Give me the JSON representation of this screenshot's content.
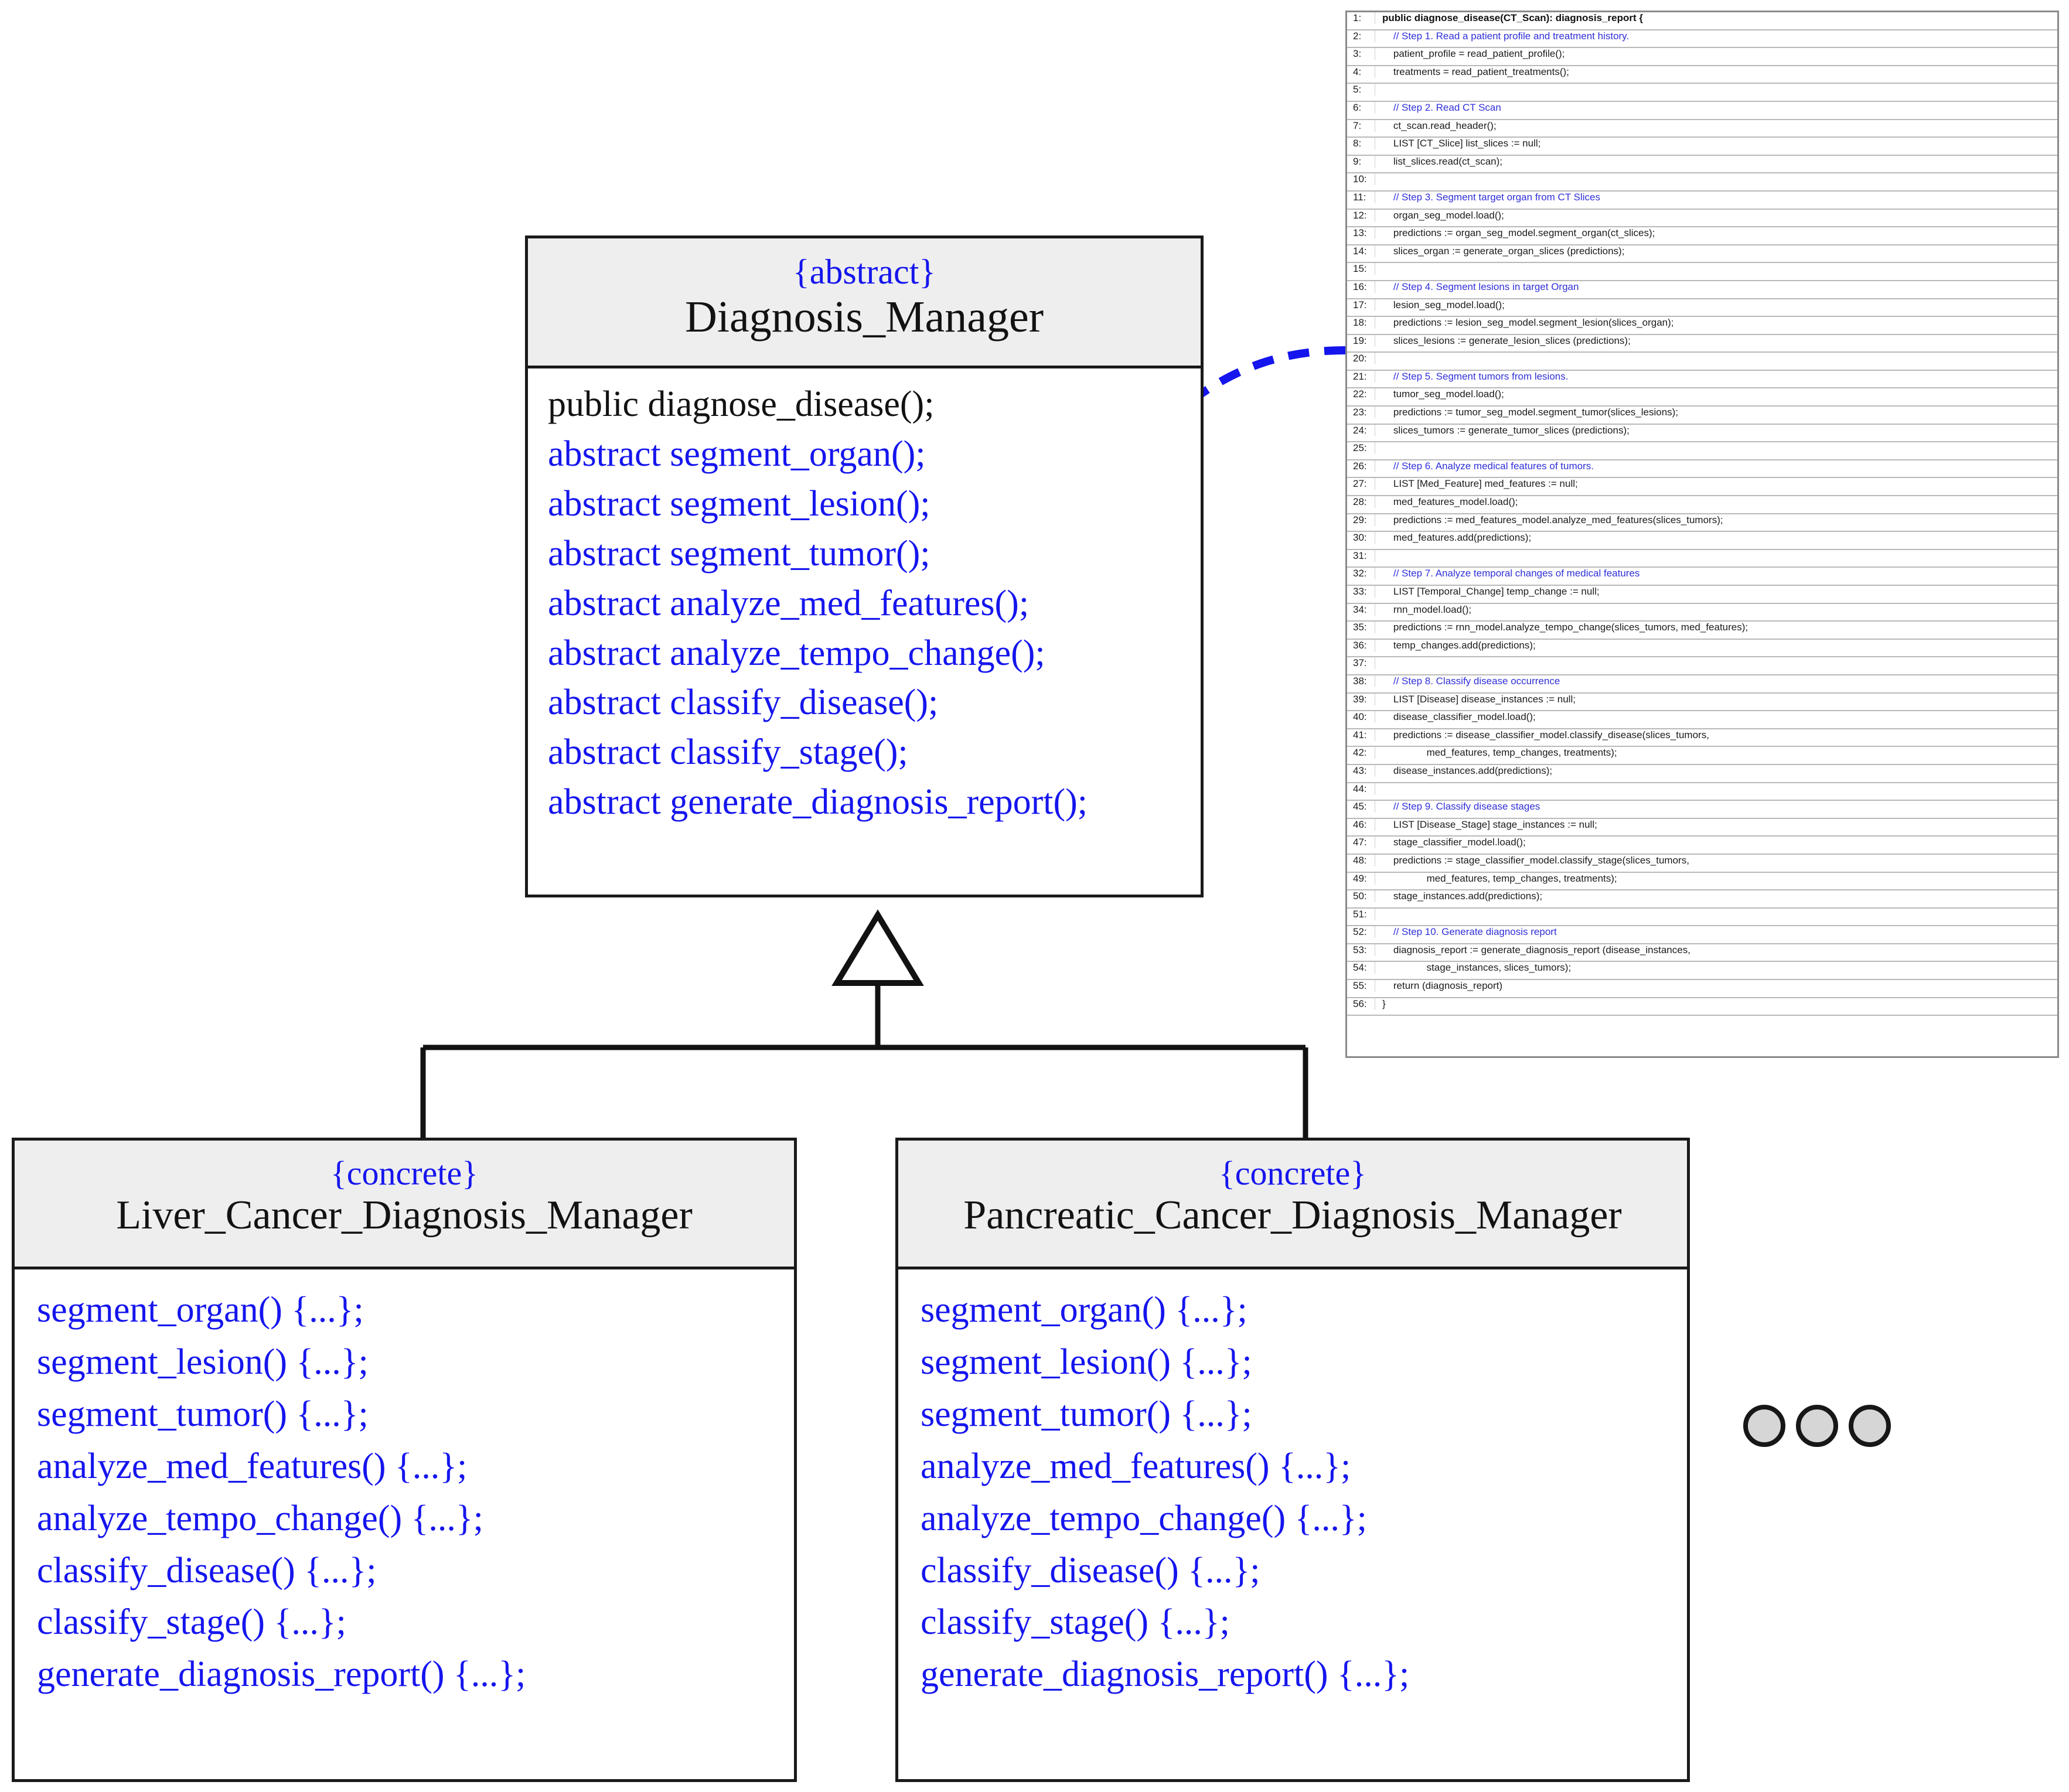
{
  "diagram": {
    "type": "uml-class-diagram",
    "title": "Diagnosis Manager class hierarchy"
  },
  "abstract_class": {
    "stereotype": "{abstract}",
    "name": "Diagnosis_Manager",
    "methods": [
      {
        "text": "public diagnose_disease();",
        "visibility": "public",
        "color": "#121212"
      },
      {
        "text": "abstract segment_organ();",
        "visibility": "abstract",
        "color": "#1515ee"
      },
      {
        "text": "abstract segment_lesion();",
        "visibility": "abstract",
        "color": "#1515ee"
      },
      {
        "text": "abstract segment_tumor();",
        "visibility": "abstract",
        "color": "#1515ee"
      },
      {
        "text": "abstract analyze_med_features();",
        "visibility": "abstract",
        "color": "#1515ee"
      },
      {
        "text": "abstract analyze_tempo_change();",
        "visibility": "abstract",
        "color": "#1515ee"
      },
      {
        "text": "abstract classify_disease();",
        "visibility": "abstract",
        "color": "#1515ee"
      },
      {
        "text": "abstract classify_stage();",
        "visibility": "abstract",
        "color": "#1515ee"
      },
      {
        "text": "abstract generate_diagnosis_report();",
        "visibility": "abstract",
        "color": "#1515ee"
      }
    ]
  },
  "concrete_classes": [
    {
      "stereotype": "{concrete}",
      "name": "Liver_Cancer_Diagnosis_Manager",
      "methods": [
        "segment_organ() {...};",
        "segment_lesion() {...};",
        "segment_tumor() {...};",
        "analyze_med_features() {...};",
        "analyze_tempo_change() {...};",
        "classify_disease() {...};",
        "classify_stage() {...};",
        "generate_diagnosis_report() {...};"
      ]
    },
    {
      "stereotype": "{concrete}",
      "name": "Pancreatic_Cancer_Diagnosis_Manager",
      "methods": [
        "segment_organ() {...};",
        "segment_lesion() {...};",
        "segment_tumor() {...};",
        "analyze_med_features() {...};",
        "analyze_tempo_change() {...};",
        "classify_disease() {...};",
        "classify_stage() {...};",
        "generate_diagnosis_report() {...};"
      ]
    }
  ],
  "more_indicator": {
    "name": "ellipsis-circles",
    "count": 3
  },
  "code_panel": {
    "lines": [
      {
        "n": "1:",
        "src": "public diagnose_disease(CT_Scan): diagnosis_report {",
        "kind": "header"
      },
      {
        "n": "2:",
        "src": "    // Step 1. Read a patient profile and treatment history.",
        "kind": "comment"
      },
      {
        "n": "3:",
        "src": "    patient_profile = read_patient_profile();",
        "kind": "code"
      },
      {
        "n": "4:",
        "src": "    treatments = read_patient_treatments();",
        "kind": "code"
      },
      {
        "n": "5:",
        "src": "",
        "kind": "code"
      },
      {
        "n": "6:",
        "src": "    // Step 2. Read CT Scan",
        "kind": "comment"
      },
      {
        "n": "7:",
        "src": "    ct_scan.read_header();",
        "kind": "code"
      },
      {
        "n": "8:",
        "src": "    LIST [CT_Slice] list_slices := null;",
        "kind": "code"
      },
      {
        "n": "9:",
        "src": "    list_slices.read(ct_scan);",
        "kind": "code"
      },
      {
        "n": "10:",
        "src": "",
        "kind": "code"
      },
      {
        "n": "11:",
        "src": "    // Step 3. Segment target organ from CT Slices",
        "kind": "comment"
      },
      {
        "n": "12:",
        "src": "    organ_seg_model.load();",
        "kind": "code"
      },
      {
        "n": "13:",
        "src": "    predictions := organ_seg_model.segment_organ(ct_slices);",
        "kind": "code"
      },
      {
        "n": "14:",
        "src": "    slices_organ := generate_organ_slices (predictions);",
        "kind": "code"
      },
      {
        "n": "15:",
        "src": "",
        "kind": "code"
      },
      {
        "n": "16:",
        "src": "    // Step 4. Segment lesions in target Organ",
        "kind": "comment"
      },
      {
        "n": "17:",
        "src": "    lesion_seg_model.load();",
        "kind": "code"
      },
      {
        "n": "18:",
        "src": "    predictions := lesion_seg_model.segment_lesion(slices_organ);",
        "kind": "code"
      },
      {
        "n": "19:",
        "src": "    slices_lesions := generate_lesion_slices (predictions);",
        "kind": "code"
      },
      {
        "n": "20:",
        "src": "",
        "kind": "code"
      },
      {
        "n": "21:",
        "src": "    // Step 5. Segment tumors from lesions.",
        "kind": "comment"
      },
      {
        "n": "22:",
        "src": "    tumor_seg_model.load();",
        "kind": "code"
      },
      {
        "n": "23:",
        "src": "    predictions := tumor_seg_model.segment_tumor(slices_lesions);",
        "kind": "code"
      },
      {
        "n": "24:",
        "src": "    slices_tumors := generate_tumor_slices (predictions);",
        "kind": "code"
      },
      {
        "n": "25:",
        "src": "",
        "kind": "code"
      },
      {
        "n": "26:",
        "src": "    // Step 6. Analyze medical features of tumors.",
        "kind": "comment"
      },
      {
        "n": "27:",
        "src": "    LIST [Med_Feature] med_features := null;",
        "kind": "code"
      },
      {
        "n": "28:",
        "src": "    med_features_model.load();",
        "kind": "code"
      },
      {
        "n": "29:",
        "src": "    predictions := med_features_model.analyze_med_features(slices_tumors);",
        "kind": "code"
      },
      {
        "n": "30:",
        "src": "    med_features.add(predictions);",
        "kind": "code"
      },
      {
        "n": "31:",
        "src": "",
        "kind": "code"
      },
      {
        "n": "32:",
        "src": "    // Step 7. Analyze temporal changes of medical features",
        "kind": "comment"
      },
      {
        "n": "33:",
        "src": "    LIST [Temporal_Change] temp_change := null;",
        "kind": "code"
      },
      {
        "n": "34:",
        "src": "    rnn_model.load();",
        "kind": "code"
      },
      {
        "n": "35:",
        "src": "    predictions := rnn_model.analyze_tempo_change(slices_tumors, med_features);",
        "kind": "code"
      },
      {
        "n": "36:",
        "src": "    temp_changes.add(predictions);",
        "kind": "code"
      },
      {
        "n": "37:",
        "src": "",
        "kind": "code"
      },
      {
        "n": "38:",
        "src": "    // Step 8. Classify disease occurrence",
        "kind": "comment"
      },
      {
        "n": "39:",
        "src": "    LIST [Disease] disease_instances := null;",
        "kind": "code"
      },
      {
        "n": "40:",
        "src": "    disease_classifier_model.load();",
        "kind": "code"
      },
      {
        "n": "41:",
        "src": "    predictions := disease_classifier_model.classify_disease(slices_tumors,",
        "kind": "code"
      },
      {
        "n": "42:",
        "src": "                med_features, temp_changes, treatments);",
        "kind": "code"
      },
      {
        "n": "43:",
        "src": "    disease_instances.add(predictions);",
        "kind": "code"
      },
      {
        "n": "44:",
        "src": "",
        "kind": "code"
      },
      {
        "n": "45:",
        "src": "    // Step 9. Classify disease stages",
        "kind": "comment"
      },
      {
        "n": "46:",
        "src": "    LIST [Disease_Stage] stage_instances := null;",
        "kind": "code"
      },
      {
        "n": "47:",
        "src": "    stage_classifier_model.load();",
        "kind": "code"
      },
      {
        "n": "48:",
        "src": "    predictions := stage_classifier_model.classify_stage(slices_tumors,",
        "kind": "code"
      },
      {
        "n": "49:",
        "src": "                med_features, temp_changes, treatments);",
        "kind": "code"
      },
      {
        "n": "50:",
        "src": "    stage_instances.add(predictions);",
        "kind": "code"
      },
      {
        "n": "51:",
        "src": "",
        "kind": "code"
      },
      {
        "n": "52:",
        "src": "    // Step 10. Generate diagnosis report",
        "kind": "comment"
      },
      {
        "n": "53:",
        "src": "    diagnosis_report := generate_diagnosis_report (disease_instances,",
        "kind": "code"
      },
      {
        "n": "54:",
        "src": "                stage_instances, slices_tumors);",
        "kind": "code"
      },
      {
        "n": "55:",
        "src": "    return (diagnosis_report)",
        "kind": "code"
      },
      {
        "n": "56:",
        "src": "}",
        "kind": "code"
      }
    ]
  },
  "connectors": {
    "generalization": {
      "name": "generalization-arrow",
      "style": "solid-hollow-triangle",
      "color": "#121212"
    },
    "realization": {
      "name": "code-link-arrow",
      "style": "dashed-curved-arrow",
      "color": "#1515ee"
    }
  }
}
